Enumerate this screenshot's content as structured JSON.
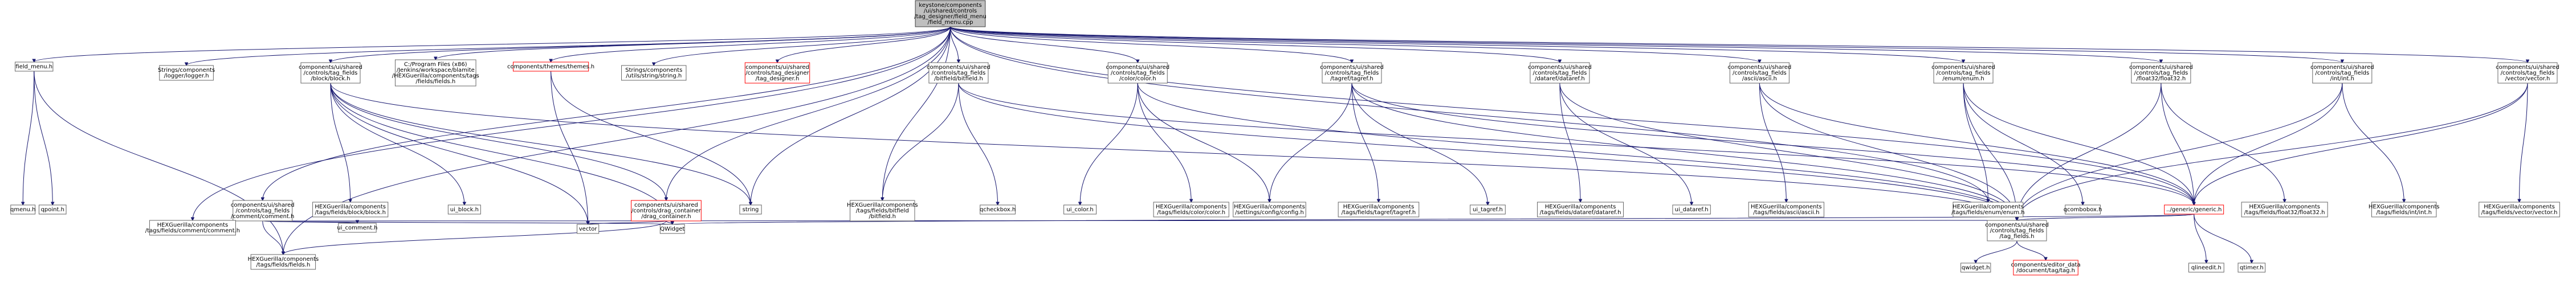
{
  "colors": {
    "edge": "#191970",
    "root_fill": "#bfbfbf",
    "node_fill": "#ffffff",
    "node_border": "#666666",
    "missing_border": "#ff0000"
  },
  "nodes": [
    {
      "id": "root",
      "lines": [
        "keystone/components",
        "/ui/shared/controls",
        "/tag_designer/field_menu",
        "/field_menu.cpp"
      ],
      "style": "root"
    },
    {
      "id": "field_menu_h",
      "lines": [
        "field_menu.h"
      ],
      "style": "normal"
    },
    {
      "id": "logger",
      "lines": [
        "Strings/components",
        "/logger/logger.h"
      ],
      "style": "plain"
    },
    {
      "id": "block_h",
      "lines": [
        "components/ui/shared",
        "/controls/tag_fields",
        "/block/block.h"
      ],
      "style": "normal"
    },
    {
      "id": "jenkins_fields",
      "lines": [
        "C:/Program Files (x86)",
        "/Jenkins/workspace/blamite",
        "/HEXGuerilla/components/tags",
        "/fields/fields.h"
      ],
      "style": "plain"
    },
    {
      "id": "themes_h",
      "lines": [
        "components/themes/themes.h"
      ],
      "style": "red"
    },
    {
      "id": "string_h",
      "lines": [
        "Strings/components",
        "/utils/string/string.h"
      ],
      "style": "plain"
    },
    {
      "id": "tag_designer_h",
      "lines": [
        "components/ui/shared",
        "/controls/tag_designer",
        "/tag_designer.h"
      ],
      "style": "red"
    },
    {
      "id": "bitfield_h",
      "lines": [
        "components/ui/shared",
        "/controls/tag_fields",
        "/bitfield/bitfield.h"
      ],
      "style": "normal"
    },
    {
      "id": "color_h",
      "lines": [
        "components/ui/shared",
        "/controls/tag_fields",
        "/color/color.h"
      ],
      "style": "normal"
    },
    {
      "id": "tagref_h",
      "lines": [
        "components/ui/shared",
        "/controls/tag_fields",
        "/tagref/tagref.h"
      ],
      "style": "normal"
    },
    {
      "id": "dataref_h",
      "lines": [
        "components/ui/shared",
        "/controls/tag_fields",
        "/dataref/dataref.h"
      ],
      "style": "normal"
    },
    {
      "id": "ascii_h",
      "lines": [
        "components/ui/shared",
        "/controls/tag_fields",
        "/ascii/ascii.h"
      ],
      "style": "normal"
    },
    {
      "id": "enum_h",
      "lines": [
        "components/ui/shared",
        "/controls/tag_fields",
        "/enum/enum.h"
      ],
      "style": "normal"
    },
    {
      "id": "float32_h",
      "lines": [
        "components/ui/shared",
        "/controls/tag_fields",
        "/float32/float32.h"
      ],
      "style": "normal"
    },
    {
      "id": "int_h",
      "lines": [
        "components/ui/shared",
        "/controls/tag_fields",
        "/int/int.h"
      ],
      "style": "normal"
    },
    {
      "id": "vector_h",
      "lines": [
        "components/ui/shared",
        "/controls/tag_fields",
        "/vector/vector.h"
      ],
      "style": "normal"
    },
    {
      "id": "qmenu",
      "lines": [
        "qmenu.h"
      ],
      "style": "plain"
    },
    {
      "id": "qpoint",
      "lines": [
        "qpoint.h"
      ],
      "style": "plain"
    },
    {
      "id": "comment_h",
      "lines": [
        "components/ui/shared",
        "/controls/tag_fields",
        "/comment/comment.h"
      ],
      "style": "normal"
    },
    {
      "id": "hex_block",
      "lines": [
        "HEXGuerilla/components",
        "/tags/fields/block/block.h"
      ],
      "style": "plain"
    },
    {
      "id": "ui_block",
      "lines": [
        "ui_block.h"
      ],
      "style": "plain"
    },
    {
      "id": "drag_container",
      "lines": [
        "components/ui/shared",
        "/controls/drag_container",
        "/drag_container.h"
      ],
      "style": "red"
    },
    {
      "id": "string",
      "lines": [
        "string"
      ],
      "style": "plain"
    },
    {
      "id": "hex_bitfield",
      "lines": [
        "HEXGuerilla/components",
        "/tags/fields/bitfield",
        "/bitfield.h"
      ],
      "style": "plain"
    },
    {
      "id": "qcheckbox",
      "lines": [
        "qcheckbox.h"
      ],
      "style": "plain"
    },
    {
      "id": "ui_color",
      "lines": [
        "ui_color.h"
      ],
      "style": "plain"
    },
    {
      "id": "hex_color",
      "lines": [
        "HEXGuerilla/components",
        "/tags/fields/color/color.h"
      ],
      "style": "plain"
    },
    {
      "id": "settings_config",
      "lines": [
        "HEXGuerilla/components",
        "/settings/config/config.h"
      ],
      "style": "plain"
    },
    {
      "id": "hex_tagref",
      "lines": [
        "HEXGuerilla/components",
        "/tags/fields/tagref/tagref.h"
      ],
      "style": "plain"
    },
    {
      "id": "ui_tagref",
      "lines": [
        "ui_tagref.h"
      ],
      "style": "plain"
    },
    {
      "id": "hex_dataref",
      "lines": [
        "HEXGuerilla/components",
        "/tags/fields/dataref/dataref.h"
      ],
      "style": "plain"
    },
    {
      "id": "ui_dataref",
      "lines": [
        "ui_dataref.h"
      ],
      "style": "plain"
    },
    {
      "id": "hex_ascii",
      "lines": [
        "HEXGuerilla/components",
        "/tags/fields/ascii/ascii.h"
      ],
      "style": "plain"
    },
    {
      "id": "hex_enum",
      "lines": [
        "HEXGuerilla/components",
        "/tags/fields/enum/enum.h"
      ],
      "style": "plain"
    },
    {
      "id": "qcombobox",
      "lines": [
        "qcombobox.h"
      ],
      "style": "plain"
    },
    {
      "id": "generic_h",
      "lines": [
        "../generic/generic.h"
      ],
      "style": "red"
    },
    {
      "id": "hex_float32",
      "lines": [
        "HEXGuerilla/components",
        "/tags/fields/float32/float32.h"
      ],
      "style": "plain"
    },
    {
      "id": "hex_int",
      "lines": [
        "HEXGuerilla/components",
        "/tags/fields/int/int.h"
      ],
      "style": "plain"
    },
    {
      "id": "hex_vector",
      "lines": [
        "HEXGuerilla/components",
        "/tags/fields/vector/vector.h"
      ],
      "style": "plain"
    },
    {
      "id": "hex_comment",
      "lines": [
        "HEXGuerilla/components",
        "/tags/fields/comment/comment.h"
      ],
      "style": "plain"
    },
    {
      "id": "ui_comment",
      "lines": [
        "ui_comment.h"
      ],
      "style": "plain"
    },
    {
      "id": "vector",
      "lines": [
        "vector"
      ],
      "style": "plain"
    },
    {
      "id": "qwidget",
      "lines": [
        "QWidget"
      ],
      "style": "plain"
    },
    {
      "id": "tag_fields_h",
      "lines": [
        "components/ui/shared",
        "/controls/tag_fields",
        "/tag_fields.h"
      ],
      "style": "normal"
    },
    {
      "id": "qlineedit",
      "lines": [
        "qlineedit.h"
      ],
      "style": "plain"
    },
    {
      "id": "qtimer",
      "lines": [
        "qtimer.h"
      ],
      "style": "plain"
    },
    {
      "id": "hex_fields",
      "lines": [
        "HEXGuerilla/components",
        "/tags/fields/fields.h"
      ],
      "style": "plain"
    },
    {
      "id": "qwidget_h",
      "lines": [
        "qwidget.h"
      ],
      "style": "plain"
    },
    {
      "id": "editor_data_tag",
      "lines": [
        "components/editor_data",
        "/document/tag/tag.h"
      ],
      "style": "red"
    }
  ],
  "edges": [
    [
      "root",
      "field_menu_h"
    ],
    [
      "root",
      "logger"
    ],
    [
      "root",
      "block_h"
    ],
    [
      "root",
      "jenkins_fields"
    ],
    [
      "root",
      "themes_h"
    ],
    [
      "root",
      "string_h"
    ],
    [
      "root",
      "tag_designer_h"
    ],
    [
      "root",
      "bitfield_h"
    ],
    [
      "root",
      "color_h"
    ],
    [
      "root",
      "tagref_h"
    ],
    [
      "root",
      "dataref_h"
    ],
    [
      "root",
      "ascii_h"
    ],
    [
      "root",
      "enum_h"
    ],
    [
      "root",
      "float32_h"
    ],
    [
      "root",
      "int_h"
    ],
    [
      "root",
      "vector_h"
    ],
    [
      "root",
      "comment_h"
    ],
    [
      "root",
      "drag_container"
    ],
    [
      "root",
      "hex_fields"
    ],
    [
      "root",
      "hex_enum"
    ],
    [
      "root",
      "hex_bitfield"
    ],
    [
      "root",
      "generic_h"
    ],
    [
      "root",
      "string"
    ],
    [
      "root",
      "hex_comment"
    ],
    [
      "field_menu_h",
      "qmenu"
    ],
    [
      "field_menu_h",
      "qpoint"
    ],
    [
      "field_menu_h",
      "hex_fields"
    ],
    [
      "block_h",
      "hex_block"
    ],
    [
      "block_h",
      "ui_block"
    ],
    [
      "block_h",
      "drag_container"
    ],
    [
      "block_h",
      "qwidget"
    ],
    [
      "block_h",
      "vector"
    ],
    [
      "block_h",
      "tag_fields_h"
    ],
    [
      "block_h",
      "string"
    ],
    [
      "themes_h",
      "string"
    ],
    [
      "themes_h",
      "vector"
    ],
    [
      "drag_container",
      "qwidget"
    ],
    [
      "drag_container",
      "vector"
    ],
    [
      "drag_container",
      "hex_fields"
    ],
    [
      "bitfield_h",
      "hex_bitfield"
    ],
    [
      "bitfield_h",
      "qcheckbox"
    ],
    [
      "bitfield_h",
      "tag_fields_h"
    ],
    [
      "bitfield_h",
      "generic_h"
    ],
    [
      "color_h",
      "ui_color"
    ],
    [
      "color_h",
      "hex_color"
    ],
    [
      "color_h",
      "settings_config"
    ],
    [
      "color_h",
      "tag_fields_h"
    ],
    [
      "tagref_h",
      "settings_config"
    ],
    [
      "tagref_h",
      "hex_tagref"
    ],
    [
      "tagref_h",
      "ui_tagref"
    ],
    [
      "tagref_h",
      "tag_fields_h"
    ],
    [
      "tagref_h",
      "generic_h"
    ],
    [
      "dataref_h",
      "hex_dataref"
    ],
    [
      "dataref_h",
      "ui_dataref"
    ],
    [
      "dataref_h",
      "tag_fields_h"
    ],
    [
      "ascii_h",
      "hex_ascii"
    ],
    [
      "ascii_h",
      "generic_h"
    ],
    [
      "ascii_h",
      "tag_fields_h"
    ],
    [
      "enum_h",
      "hex_enum"
    ],
    [
      "enum_h",
      "qcombobox"
    ],
    [
      "enum_h",
      "generic_h"
    ],
    [
      "enum_h",
      "tag_fields_h"
    ],
    [
      "float32_h",
      "hex_float32"
    ],
    [
      "float32_h",
      "generic_h"
    ],
    [
      "float32_h",
      "tag_fields_h"
    ],
    [
      "int_h",
      "hex_int"
    ],
    [
      "int_h",
      "generic_h"
    ],
    [
      "int_h",
      "tag_fields_h"
    ],
    [
      "vector_h",
      "hex_vector"
    ],
    [
      "vector_h",
      "generic_h"
    ],
    [
      "vector_h",
      "tag_fields_h"
    ],
    [
      "comment_h",
      "hex_comment"
    ],
    [
      "comment_h",
      "ui_comment"
    ],
    [
      "comment_h",
      "qwidget"
    ],
    [
      "comment_h",
      "tag_fields_h"
    ],
    [
      "comment_h",
      "hex_fields"
    ],
    [
      "generic_h",
      "qlineedit"
    ],
    [
      "generic_h",
      "qtimer"
    ],
    [
      "generic_h",
      "tag_fields_h"
    ],
    [
      "generic_h",
      "qwidget"
    ],
    [
      "tag_fields_h",
      "qwidget_h"
    ],
    [
      "tag_fields_h",
      "editor_data_tag"
    ]
  ]
}
